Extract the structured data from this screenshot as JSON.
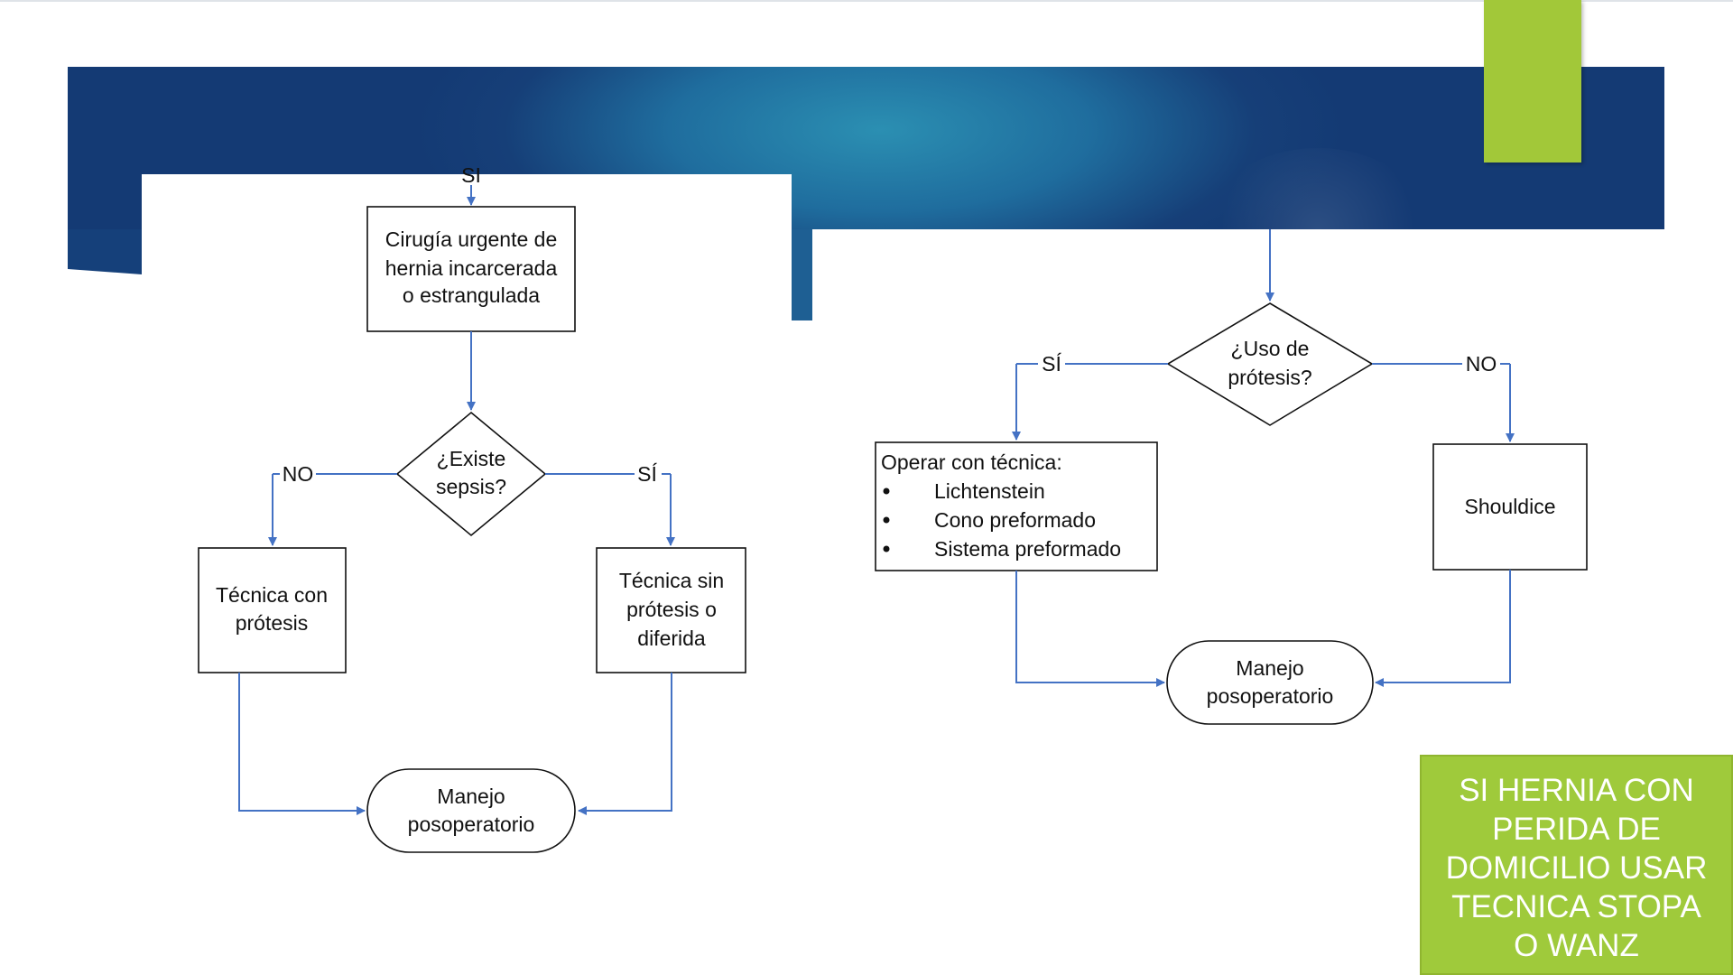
{
  "colors": {
    "banner": "#163f78",
    "accent_green": "#a2c839",
    "arrow": "#4472c4",
    "callout_text": "#ffffff"
  },
  "left_flow": {
    "top_label": "SI",
    "urgent_box": [
      "Cirugía urgente de",
      "hernia incarcerada",
      "o estrangulada"
    ],
    "decision": [
      "¿Existe",
      "sepsis?"
    ],
    "label_no": "NO",
    "label_si": "SÍ",
    "with_prosthesis": [
      "Técnica con",
      "prótesis"
    ],
    "without_prosthesis": [
      "Técnica sin",
      "prótesis o",
      "diferida"
    ],
    "postop": [
      "Manejo",
      "posoperatorio"
    ]
  },
  "right_flow": {
    "decision": [
      "¿Uso de",
      "prótesis?"
    ],
    "label_si": "SÍ",
    "label_no": "NO",
    "operate_title": "Operar con técnica:",
    "operate_items": [
      "Lichtenstein",
      "Cono preformado",
      "Sistema preformado"
    ],
    "shouldice": "Shouldice",
    "postop": [
      "Manejo",
      "posoperatorio"
    ]
  },
  "callout": {
    "lines": [
      "SI HERNIA CON",
      "PERIDA DE",
      "DOMICILIO USAR",
      "TECNICA STOPA",
      "O WANZ"
    ]
  }
}
